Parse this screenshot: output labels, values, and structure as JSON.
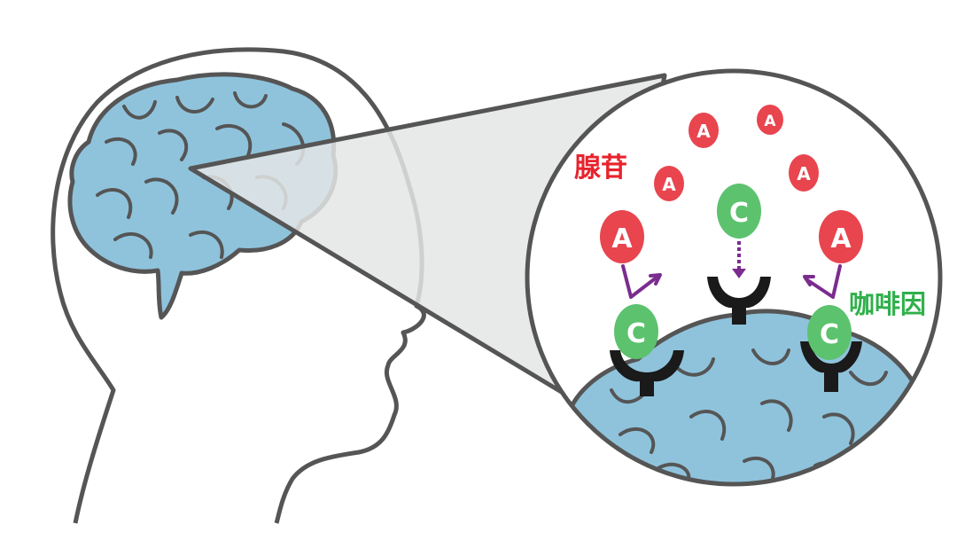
{
  "labels": {
    "adenosine": "腺苷",
    "caffeine": "咖啡因"
  },
  "molecules": {
    "adenosine_symbol": "A",
    "caffeine_symbol": "C"
  },
  "colors": {
    "adenosine": "#e8454f",
    "caffeine": "#5cc26e",
    "adenosine_label": "#e8232d",
    "caffeine_label": "#2fb04a",
    "brain": "#8fc3dc",
    "outline": "#555555",
    "receptor": "#1a1a1a",
    "arrow": "#7b2c8f",
    "zoom_cone": "#e4e6e6"
  }
}
